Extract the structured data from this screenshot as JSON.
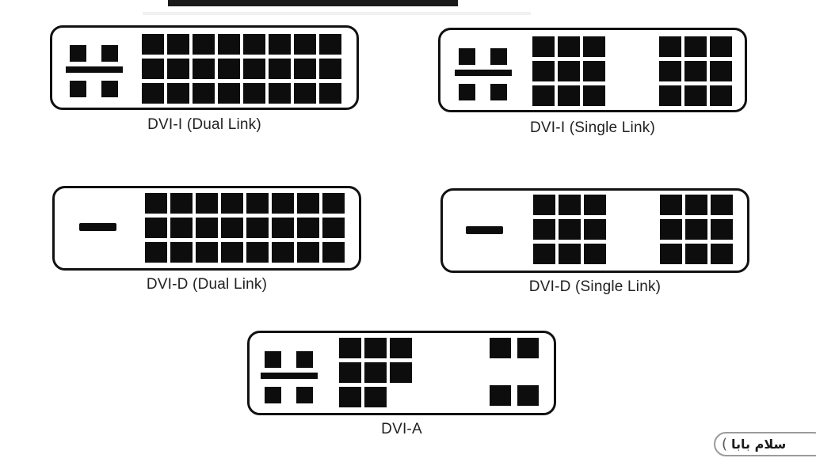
{
  "page": {
    "title": "DVI connector types diagram",
    "background": "#ffffff"
  },
  "colors": {
    "outline": "#111111",
    "pin": "#0d0d0d",
    "label_text": "#222222",
    "top_artifact_bar": "#1a1a1a",
    "watermark_border": "#9b9b9b"
  },
  "connectors": [
    {
      "id": "dvi-i-dual-link",
      "label": "DVI-I (Dual Link)",
      "left_block": "analog-cross",
      "grids": [
        {
          "name": "digital-pins-24",
          "cols": 8,
          "rows": 3,
          "missing": []
        }
      ]
    },
    {
      "id": "dvi-i-single-link",
      "label": "DVI-I (Single Link)",
      "left_block": "analog-cross",
      "grids": [
        {
          "name": "digital-pins-left-9",
          "cols": 3,
          "rows": 3,
          "missing": []
        },
        {
          "name": "digital-pins-right-9",
          "cols": 3,
          "rows": 3,
          "missing": []
        }
      ]
    },
    {
      "id": "dvi-d-dual-link",
      "label": "DVI-D (Dual Link)",
      "left_block": "blade",
      "grids": [
        {
          "name": "digital-pins-24",
          "cols": 8,
          "rows": 3,
          "missing": []
        }
      ]
    },
    {
      "id": "dvi-d-single-link",
      "label": "DVI-D (Single Link)",
      "left_block": "blade",
      "grids": [
        {
          "name": "digital-pins-left-9",
          "cols": 3,
          "rows": 3,
          "missing": []
        },
        {
          "name": "digital-pins-right-9",
          "cols": 3,
          "rows": 3,
          "missing": []
        }
      ]
    },
    {
      "id": "dvi-a",
      "label": "DVI-A",
      "left_block": "analog-cross",
      "grids": [
        {
          "name": "analog-pins-8",
          "cols": 3,
          "rows": 3,
          "missing": [
            [
              2,
              2
            ]
          ]
        },
        {
          "name": "corner-pins-4",
          "cols": 2,
          "rows": 2,
          "missing": [],
          "style": "corners"
        }
      ]
    }
  ],
  "watermark": {
    "decor": "(",
    "text": "سلام بابا"
  }
}
